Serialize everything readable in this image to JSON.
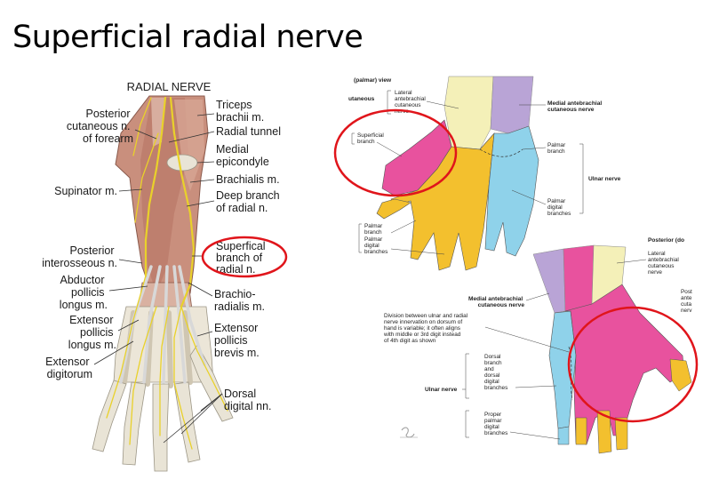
{
  "slide": {
    "title": "Superficial radial nerve"
  },
  "left_figure": {
    "title": "RADIAL NERVE",
    "labels_left": [
      {
        "id": "post-cut",
        "lines": [
          "Posterior",
          "cutaneous n.",
          "of forearm"
        ]
      },
      {
        "id": "supinator",
        "lines": [
          "Supinator m."
        ]
      },
      {
        "id": "post-inteross",
        "lines": [
          "Posterior",
          "interosseous n."
        ]
      },
      {
        "id": "apl",
        "lines": [
          "Abductor",
          "pollicis",
          "longus m."
        ]
      },
      {
        "id": "epl",
        "lines": [
          "Extensor",
          "pollicis",
          "longus m."
        ]
      },
      {
        "id": "ed",
        "lines": [
          "Extensor",
          "digitorum"
        ]
      }
    ],
    "labels_right": [
      {
        "id": "triceps",
        "lines": [
          "Triceps",
          "brachii m."
        ]
      },
      {
        "id": "tunnel",
        "lines": [
          "Radial tunnel"
        ]
      },
      {
        "id": "epicondyle",
        "lines": [
          "Medial",
          "epicondyle"
        ]
      },
      {
        "id": "brachialis",
        "lines": [
          "Brachialis m."
        ]
      },
      {
        "id": "deep",
        "lines": [
          "Deep branch",
          "of radial n."
        ]
      },
      {
        "id": "superficial",
        "lines": [
          "Superfical",
          "branch of",
          "radial n."
        ]
      },
      {
        "id": "brachiorad",
        "lines": [
          "Brachio-",
          "radialis m."
        ]
      },
      {
        "id": "epb",
        "lines": [
          "Extensor",
          "pollicis",
          "brevis m."
        ]
      },
      {
        "id": "dorsal",
        "lines": [
          "Dorsal",
          "digital nn."
        ]
      }
    ]
  },
  "right_figure": {
    "palmar": {
      "title": "(palmar) view",
      "lat_abc": [
        "Lateral",
        "antebrachial",
        "cutaneous",
        "nerve"
      ],
      "cut_word": "utaneous",
      "superficial": [
        "Superficial",
        "branch"
      ],
      "med_abc": [
        "Medial antebrachial",
        "cutaneous nerve"
      ],
      "palmar_branch_r": [
        "Palmar",
        "branch"
      ],
      "ulnar": "Ulnar nerve",
      "palmar_digital_r": [
        "Palmar",
        "digital",
        "branches"
      ],
      "palmar_branch_l": [
        "Palmar",
        "branch"
      ],
      "palmar_digital_l": [
        "Palmar",
        "digital",
        "branches"
      ]
    },
    "posterior": {
      "title": "Posterior (do",
      "lat_abc": [
        "Lateral",
        "antebrachial",
        "cutaneous",
        "nerve"
      ],
      "post_cut": [
        "Post",
        "ante",
        "cuta",
        "nerv"
      ],
      "med_abc": [
        "Medial antebrachial",
        "cutaneous nerve"
      ],
      "division": [
        "Division between ulnar and radial",
        "nerve innervation on dorsum of",
        "hand is variable; it often aligns",
        "with middle or 3rd digit instead",
        "of 4th digit as shown"
      ],
      "dorsal_branch": [
        "Dorsal",
        "branch",
        "and",
        "dorsal",
        "digital",
        "branches"
      ],
      "ulnar": "Ulnar nerve",
      "proper_palmar": [
        "Proper",
        "palmar",
        "digital",
        "branches"
      ]
    }
  },
  "colors": {
    "radial_pink": "#e8529e",
    "ulnar_blue": "#8fd2ea",
    "median_yellow": "#f3c02e",
    "lateral_cream": "#f4f0b8",
    "medial_purple": "#b9a4d6",
    "highlight_red": "#e0151b"
  }
}
